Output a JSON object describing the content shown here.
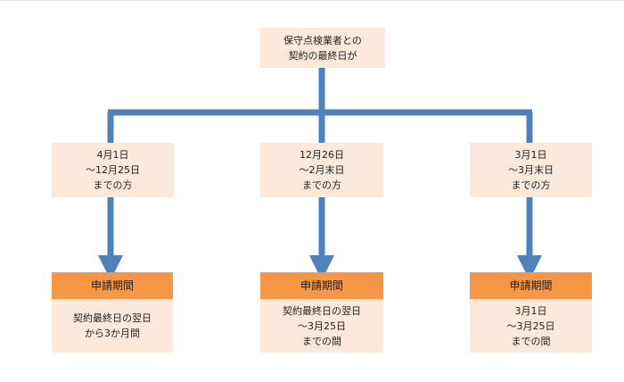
{
  "colors": {
    "box_fill": "#fde9d9",
    "header_fill": "#f79646",
    "connector": "#4f81bd"
  },
  "root": {
    "lines": [
      "保守点検業者との",
      "契約の最終日が"
    ]
  },
  "branches": [
    {
      "period": [
        "4月1日",
        "～12月25日",
        "までの方"
      ],
      "header": "申請期間",
      "detail": [
        "契約最終日の翌日",
        "から3か月間"
      ]
    },
    {
      "period": [
        "12月26日",
        "～2月末日",
        "までの方"
      ],
      "header": "申請期間",
      "detail": [
        "契約最終日の翌日",
        "～3月25日",
        "までの間"
      ]
    },
    {
      "period": [
        "3月1日",
        "～3月末日",
        "までの方"
      ],
      "header": "申請期間",
      "detail": [
        "3月1日",
        "～3月25日",
        "までの間"
      ]
    }
  ]
}
